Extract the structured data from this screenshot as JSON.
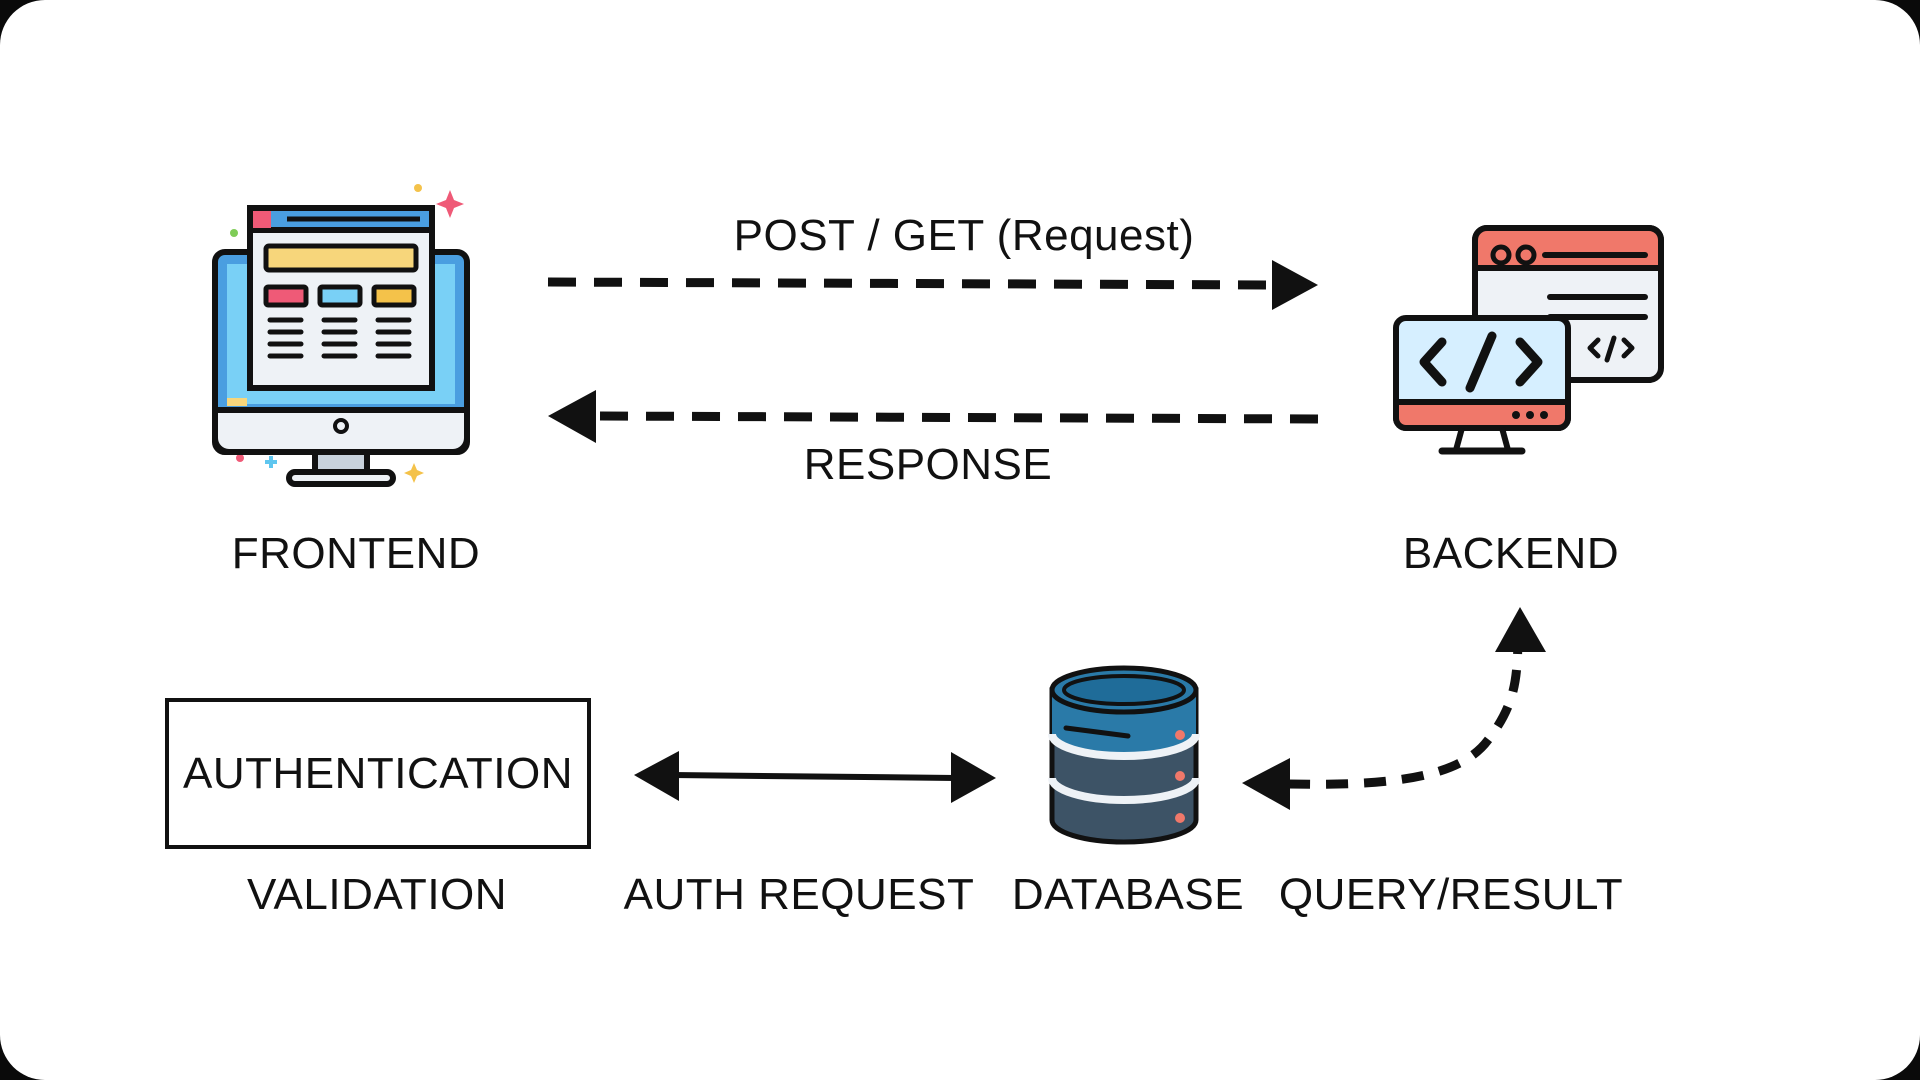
{
  "diagram": {
    "nodes": {
      "frontend": {
        "label": "FRONTEND",
        "icon": "monitor-webpage-icon"
      },
      "backend": {
        "label": "BACKEND",
        "icon": "code-windows-icon"
      },
      "database": {
        "label": "DATABASE",
        "icon": "database-stack-icon"
      },
      "authentication": {
        "label": "AUTHENTICATION",
        "caption": "VALIDATION"
      }
    },
    "edges": {
      "request": {
        "label": "POST / GET (Request)",
        "from": "frontend",
        "to": "backend",
        "style": "dashed"
      },
      "response": {
        "label": "RESPONSE",
        "from": "backend",
        "to": "frontend",
        "style": "dashed"
      },
      "auth_request": {
        "label": "AUTH REQUEST",
        "between": [
          "authentication",
          "database"
        ],
        "style": "solid-bidirectional"
      },
      "query_result": {
        "label": "QUERY/RESULT",
        "between": [
          "database",
          "backend"
        ],
        "style": "dashed-curved-bidirectional"
      }
    },
    "colors": {
      "line": "#111111",
      "db_blue": "#2a7aa8",
      "db_slate": "#3d5366",
      "code_red": "#f0786a",
      "screen_blue": "#6cc4ee"
    }
  }
}
